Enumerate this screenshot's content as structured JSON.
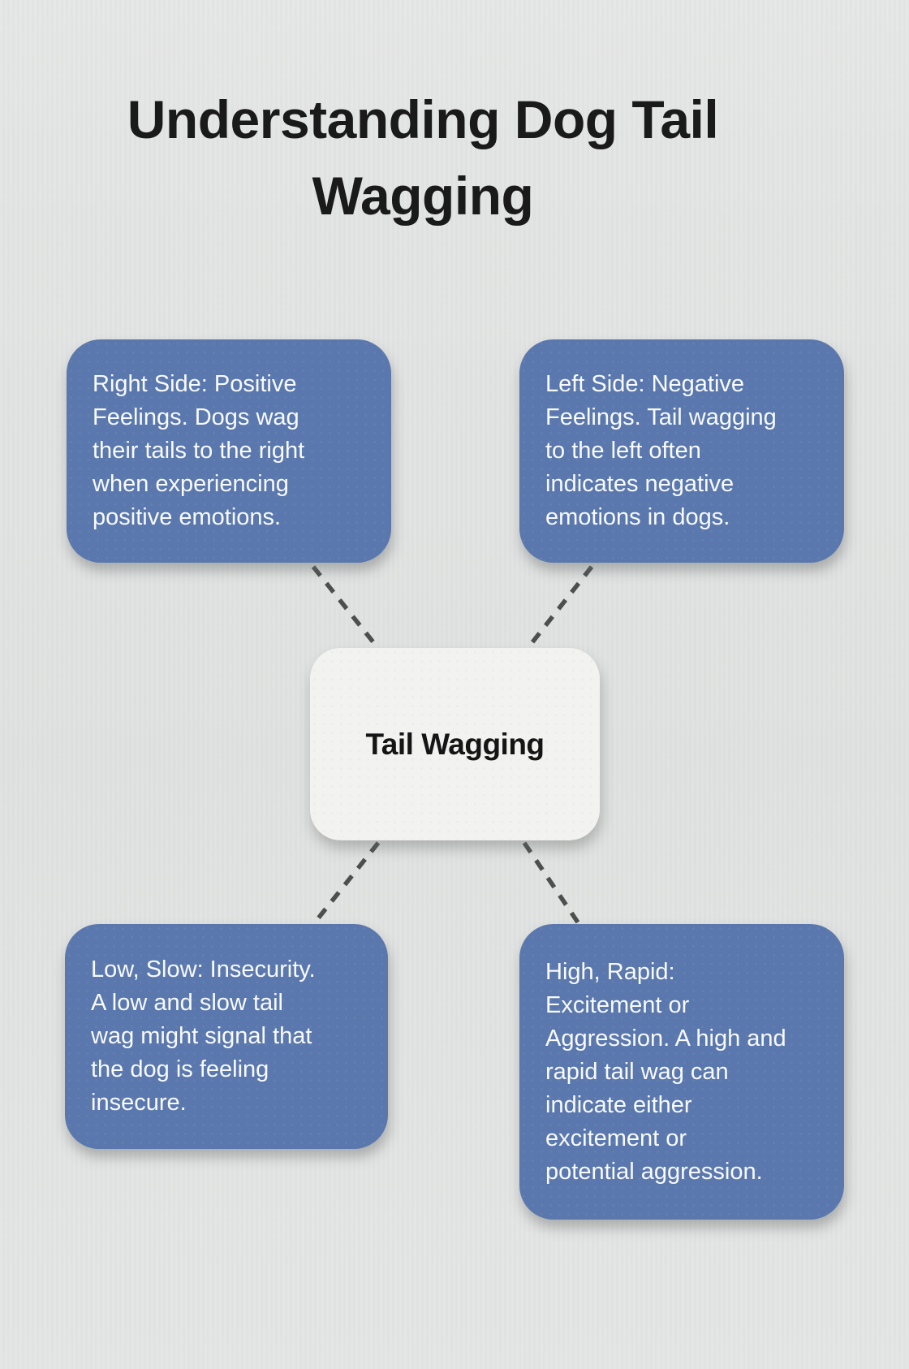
{
  "title": "Understanding Dog Tail\nWagging",
  "center": {
    "label": "Tail Wagging"
  },
  "branches": [
    {
      "position": "top-left",
      "text": "Right Side: Positive\nFeelings. Dogs wag\ntheir tails to the right\nwhen experiencing\npositive emotions."
    },
    {
      "position": "top-right",
      "text": "Left Side: Negative\nFeelings. Tail wagging\nto the left often\nindicates negative\nemotions in dogs."
    },
    {
      "position": "bottom-left",
      "text": "Low, Slow: Insecurity.\nA low and slow tail\nwag might signal that\nthe dog is feeling\ninsecure."
    },
    {
      "position": "bottom-right",
      "text": "High, Rapid:\nExcitement or\nAggression. A high and\nrapid tail wag can\nindicate either\nexcitement or\npotential aggression."
    }
  ],
  "colors": {
    "background": "#e2e4e3",
    "node_fill": "#5a78ad",
    "node_text": "#f8fafc",
    "center_fill": "#f2f3f1",
    "center_text": "#151515",
    "title_text": "#1a1a1a",
    "connector": "#4c4f4e"
  }
}
